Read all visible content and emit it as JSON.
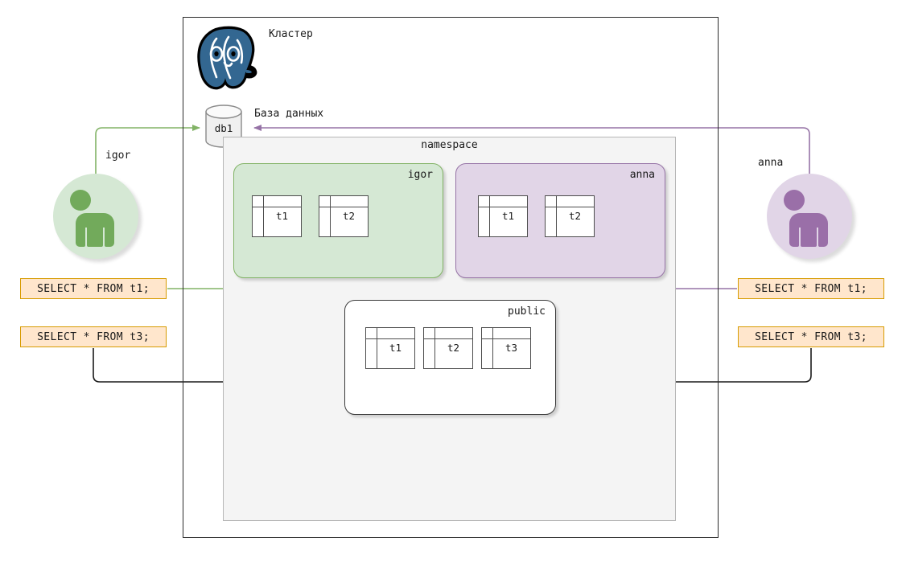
{
  "diagram": {
    "title": "PostgreSQL cluster schema visibility diagram",
    "colors": {
      "green_fill": "#d5e8d4",
      "green_stroke": "#82b366",
      "purple_fill": "#e1d5e7",
      "purple_stroke": "#9673a6",
      "sql_fill": "#ffe6cc",
      "sql_stroke": "#d79b00",
      "namespace_fill": "#f4f4f4",
      "namespace_stroke": "#b6b6b6",
      "cluster_stroke": "#2b2b2b",
      "black_edge": "#1a1a1a",
      "pg_blue": "#336791"
    }
  },
  "cluster": {
    "label": "Кластер",
    "logo_icon": "postgresql-elephant-icon"
  },
  "database": {
    "name": "db1",
    "label": "База данных",
    "icon": "database-cylinder-icon"
  },
  "namespace": {
    "label": "namespace",
    "schemas": [
      {
        "name": "igor",
        "color": "green",
        "tables": [
          "t1",
          "t2"
        ]
      },
      {
        "name": "anna",
        "color": "purple",
        "tables": [
          "t1",
          "t2"
        ]
      },
      {
        "name": "public",
        "color": "white",
        "tables": [
          "t1",
          "t2",
          "t3"
        ]
      }
    ]
  },
  "users": [
    {
      "name": "igor",
      "side": "left",
      "color": "green",
      "avatar_icon": "user-avatar-icon",
      "queries": [
        {
          "sql": "SELECT * FROM t1;",
          "target": "igor.t1"
        },
        {
          "sql": "SELECT * FROM t3;",
          "target": "public.t3"
        }
      ]
    },
    {
      "name": "anna",
      "side": "right",
      "color": "purple",
      "avatar_icon": "user-avatar-icon",
      "queries": [
        {
          "sql": "SELECT * FROM t1;",
          "target": "anna.t1"
        },
        {
          "sql": "SELECT * FROM t3;",
          "target": "public.t3"
        }
      ]
    }
  ]
}
